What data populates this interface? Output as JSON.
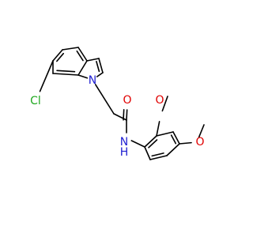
{
  "diagram": {
    "type": "chemical-structure",
    "colors": {
      "bond": "#000000",
      "N": "#1f1fd1",
      "O": "#e00000",
      "Cl": "#1fa81f"
    },
    "atoms": [
      {
        "id": "Cl",
        "label": "Cl",
        "element": "Cl"
      },
      {
        "id": "N1",
        "label": "N",
        "element": "N"
      },
      {
        "id": "O_carbonyl",
        "label": "O",
        "element": "O"
      },
      {
        "id": "N_amide",
        "label": "N",
        "element": "N"
      },
      {
        "id": "H_amide",
        "label": "H",
        "element": "N"
      },
      {
        "id": "O_methoxy_2",
        "label": "O",
        "element": "O"
      },
      {
        "id": "O_methoxy_4",
        "label": "O",
        "element": "O"
      }
    ]
  }
}
